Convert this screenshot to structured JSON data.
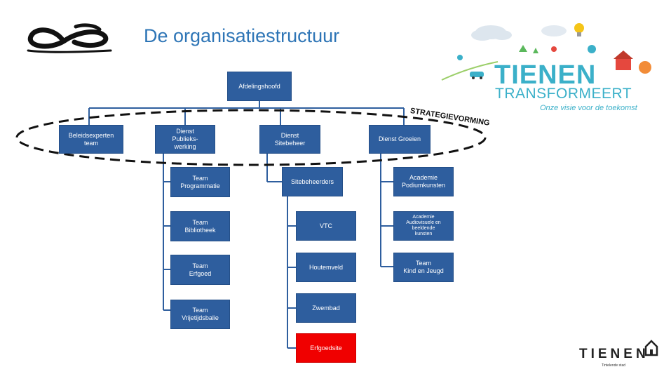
{
  "title": "De organisatiestructuur",
  "strategy_label": "STRATEGIEVORMING",
  "colors": {
    "box": "#2E5E9E",
    "highlight": "#F00000",
    "title": "#2E75B6",
    "brand": "#3BB0C9"
  },
  "org": {
    "root": "Afdelingshoofd",
    "departments": [
      "Beleidsexperten\nteam",
      "Dienst\nPublieks-\nwerking",
      "Dienst\nSitebeheer",
      "Dienst Groeien"
    ],
    "publiekswerking_teams": [
      "Team\nProgrammatie",
      "Team\nBibliotheek",
      "Team\nErfgoed",
      "Team\nVrijetijdsbalie"
    ],
    "sitebeheer_sub": "Sitebeheerders",
    "sites": [
      "VTC",
      "Houtemveld",
      "Zwembad",
      "Erfgoedsite"
    ],
    "groeien_teams": [
      "Academie\nPodiumkunsten",
      "Academie\nAudiovisuele en\nbeeldende\nkunsten",
      "Team\nKind en Jeugd"
    ]
  },
  "logos": {
    "tienen_campaign": {
      "word": "TIENEN",
      "sub": "TRANSFORMEERT",
      "tagline": "Onze visie voor de toekomst"
    },
    "tienen_city": {
      "word": "TIENEN",
      "tagline": "Tintelende stad"
    }
  },
  "icons": [
    "infinity-logo-icon",
    "lightbulb-icon",
    "cloud-icon",
    "house-icon"
  ]
}
